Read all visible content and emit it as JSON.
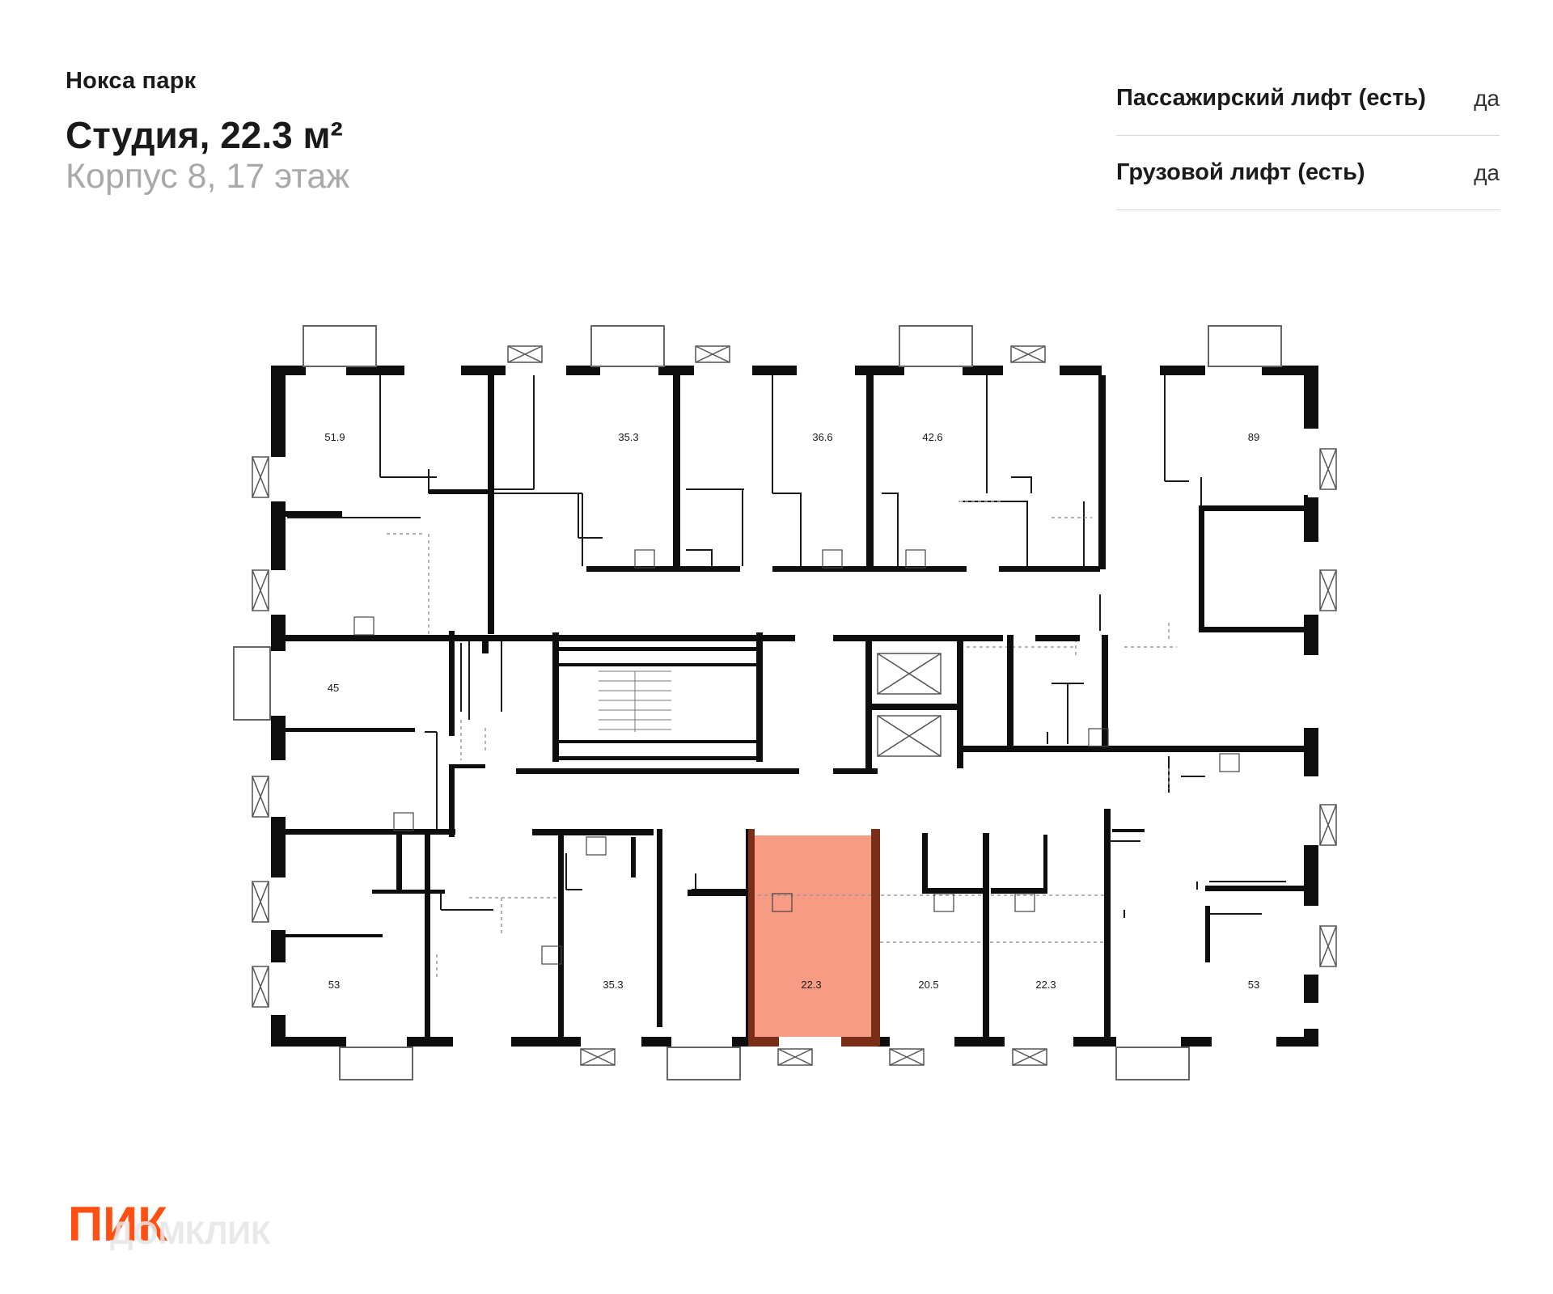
{
  "header": {
    "project": "Нокса парк",
    "title": "Студия, 22.3 м²",
    "subtitle": "Корпус 8, 17 этаж"
  },
  "properties": [
    {
      "label": "Пассажирский лифт (есть)",
      "value": "да"
    },
    {
      "label": "Грузовой лифт (есть)",
      "value": "да"
    }
  ],
  "plan": {
    "highlight_color": "#f78a6e",
    "apartments": [
      {
        "id": "a1",
        "area": "51.9"
      },
      {
        "id": "a2",
        "area": "35.3"
      },
      {
        "id": "a3",
        "area": "36.6"
      },
      {
        "id": "a4",
        "area": "42.6"
      },
      {
        "id": "a5",
        "area": "89"
      },
      {
        "id": "a6",
        "area": "45"
      },
      {
        "id": "a7",
        "area": "53"
      },
      {
        "id": "a8",
        "area": "35.3"
      },
      {
        "id": "a9",
        "area": "22.3",
        "selected": true
      },
      {
        "id": "a10",
        "area": "20.5"
      },
      {
        "id": "a11",
        "area": "22.3"
      },
      {
        "id": "a12",
        "area": "53"
      }
    ]
  },
  "logo": {
    "brand": "ПИК",
    "watermark": "ДОМКЛИК",
    "brand_color": "#ff4f12"
  }
}
